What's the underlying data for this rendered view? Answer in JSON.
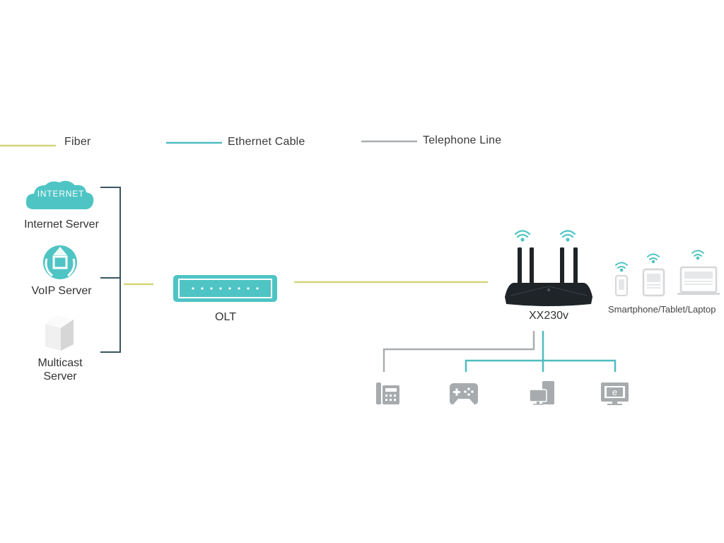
{
  "colors": {
    "fiber": "#d4d47a",
    "ethernet": "#4fbcc0",
    "telephone": "#a9aeb1",
    "bracket": "#3a5560",
    "accent_teal": "#4fc4c4",
    "device_gray": "#a7abad",
    "router_black": "#1e2428"
  },
  "legend": {
    "items": [
      {
        "label": "Fiber",
        "line_type": "fiber"
      },
      {
        "label": "Ethernet Cable",
        "line_type": "ethernet"
      },
      {
        "label": "Telephone Line",
        "line_type": "telephone"
      }
    ]
  },
  "servers": {
    "internet": {
      "icon": "internet-cloud-icon",
      "icon_text": "INTERNET",
      "label": "Internet Server"
    },
    "voip": {
      "icon": "voip-globe-phone-icon",
      "label": "VoIP Server"
    },
    "multicast": {
      "icon": "server-box-icon",
      "label_line1": "Multicast",
      "label_line2": "Server"
    }
  },
  "olt": {
    "icon": "olt-device-icon",
    "label": "OLT"
  },
  "router": {
    "icon": "router-icon",
    "label": "XX230v"
  },
  "wireless_clients": {
    "label": "Smartphone/Tablet/Laptop",
    "devices": [
      "smartphone-icon",
      "tablet-icon",
      "laptop-icon"
    ]
  },
  "wired_clients": [
    {
      "icon": "telephone-icon",
      "connection": "telephone"
    },
    {
      "icon": "game-console-icon",
      "connection": "ethernet"
    },
    {
      "icon": "desktop-pc-icon",
      "connection": "ethernet"
    },
    {
      "icon": "iptv-icon",
      "connection": "ethernet",
      "icon_text": "e"
    }
  ]
}
